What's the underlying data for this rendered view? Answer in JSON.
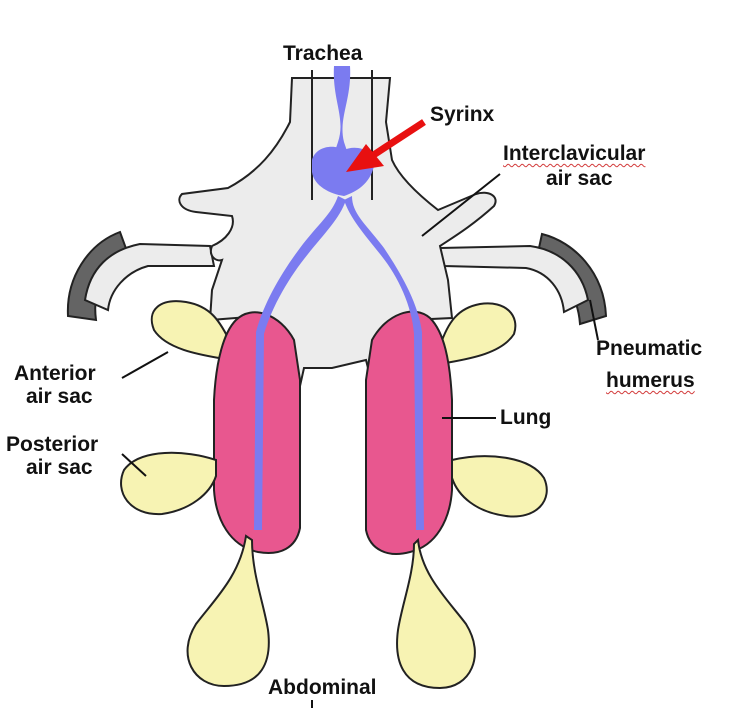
{
  "labels": {
    "trachea": "Trachea",
    "syrinx": "Syrinx",
    "interclavicular_line1": "Interclavicular",
    "interclavicular_line2": "air sac",
    "pneumatic_line1": "Pneumatic",
    "pneumatic_line2": "humerus",
    "lung": "Lung",
    "anterior_line1": "Anterior",
    "anterior_line2": "air sac",
    "posterior_line1": "Posterior",
    "posterior_line2": "air sac",
    "abdominal": "Abdominal"
  },
  "colors": {
    "air_sac_fill": "#f7f3b3",
    "lung_fill": "#e8578f",
    "airway": "#7b7bf0",
    "body_fill": "#ececec",
    "humerus": "#646464",
    "arrow": "#e81010",
    "outline": "#222222"
  }
}
